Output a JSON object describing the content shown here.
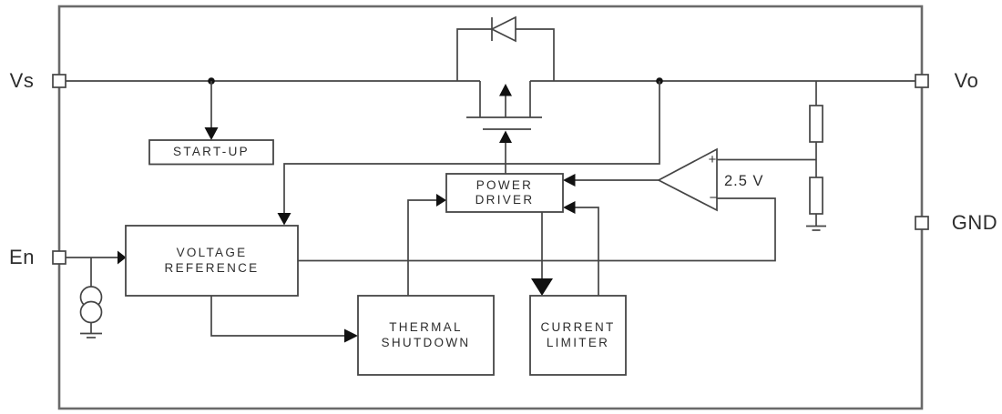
{
  "diagram": {
    "type": "ldo-regulator-block-diagram",
    "pin_labels": {
      "vs": "Vs",
      "en": "En",
      "vo": "Vo",
      "gnd": "GND"
    },
    "blocks": {
      "startup": {
        "label": "START-UP"
      },
      "voltage_reference": {
        "line1": "VOLTAGE",
        "line2": "REFERENCE"
      },
      "power_driver": {
        "line1": "POWER",
        "line2": "DRIVER"
      },
      "thermal_shutdown": {
        "line1": "THERMAL",
        "line2": "SHUTDOWN"
      },
      "current_limiter": {
        "line1": "CURRENT",
        "line2": "LIMITER"
      }
    },
    "annotations": {
      "reference_voltage": "2.5 V",
      "amp_noninverting": "+",
      "amp_inverting": "−"
    },
    "colors": {
      "background": "#ffffff",
      "wire": "#454545",
      "outer_border": "#6a6a6a",
      "arrow_fill": "#111111",
      "text": "#2d2d2d"
    }
  }
}
